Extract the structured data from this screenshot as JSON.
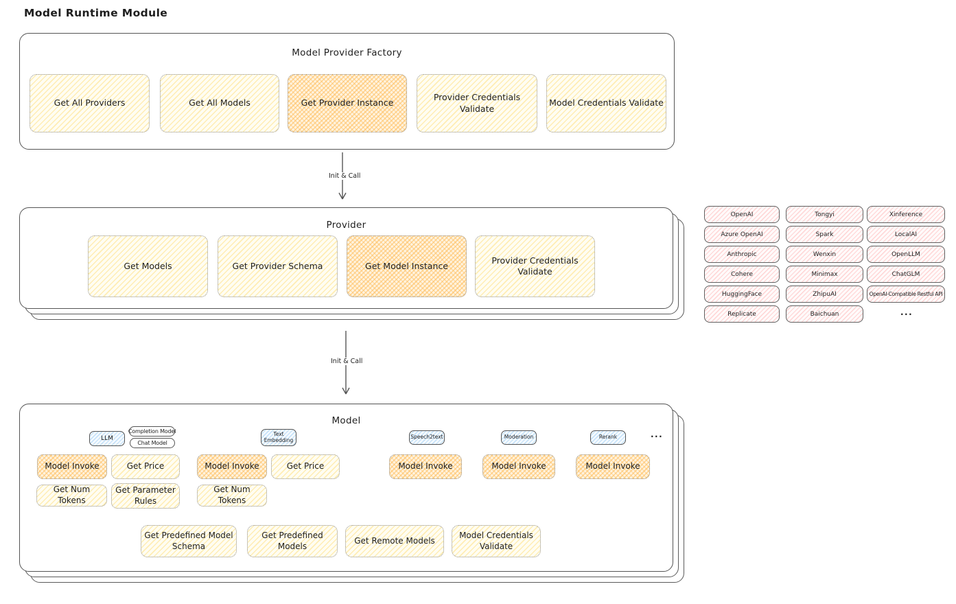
{
  "page_title": "Model Runtime Module",
  "factory": {
    "title": "Model Provider Factory",
    "buttons": [
      {
        "label": "Get All Providers",
        "highlighted": false
      },
      {
        "label": "Get All Models",
        "highlighted": false
      },
      {
        "label": "Get Provider Instance",
        "highlighted": true
      },
      {
        "label": "Provider Credentials Validate",
        "highlighted": false
      },
      {
        "label": "Model Credentials Validate",
        "highlighted": false
      }
    ]
  },
  "arrows": [
    {
      "label": "Init & Call"
    },
    {
      "label": "Init & Call"
    }
  ],
  "provider": {
    "title": "Provider",
    "buttons": [
      {
        "label": "Get Models",
        "highlighted": false
      },
      {
        "label": "Get Provider Schema",
        "highlighted": false
      },
      {
        "label": "Get Model Instance",
        "highlighted": true
      },
      {
        "label": "Provider Credentials Validate",
        "highlighted": false
      }
    ]
  },
  "model": {
    "title": "Model",
    "types": [
      {
        "badge": "LLM",
        "sub_badges": [
          "Completion Model",
          "Chat Model"
        ],
        "ops": {
          "invoke": "Model Invoke",
          "price": "Get Price",
          "tokens": "Get Num Tokens",
          "rules": "Get Parameter Rules"
        }
      },
      {
        "badge": "Text Embedding",
        "ops": {
          "invoke": "Model Invoke",
          "price": "Get Price",
          "tokens": "Get Num Tokens"
        }
      },
      {
        "badge": "Speech2text",
        "ops": {
          "invoke": "Model Invoke"
        }
      },
      {
        "badge": "Moderation",
        "ops": {
          "invoke": "Model Invoke"
        }
      },
      {
        "badge": "Rerank",
        "ops": {
          "invoke": "Model Invoke"
        }
      }
    ],
    "more": "...",
    "shared_ops": [
      "Get Predefined Model Schema",
      "Get Predefined Models",
      "Get Remote Models",
      "Model Credentials Validate"
    ]
  },
  "providers_grid": {
    "rows": [
      [
        "OpenAI",
        "Tongyi",
        "Xinference"
      ],
      [
        "Azure OpenAI",
        "Spark",
        "LocalAI"
      ],
      [
        "Anthropic",
        "Wenxin",
        "OpenLLM"
      ],
      [
        "Cohere",
        "Minimax",
        "ChatGLM"
      ],
      [
        "HuggingFace",
        "ZhipuAI",
        "OpenAI-Compatible Restful API"
      ],
      [
        "Replicate",
        "Baichuan"
      ]
    ],
    "more": "..."
  },
  "colors": {
    "yellow_fill": "#ffec99",
    "orange_fill": "#ffc078",
    "pink_fill": "#ffc9c9",
    "blue_fill": "#a5d8ff",
    "stroke": "#1e1e1e"
  }
}
